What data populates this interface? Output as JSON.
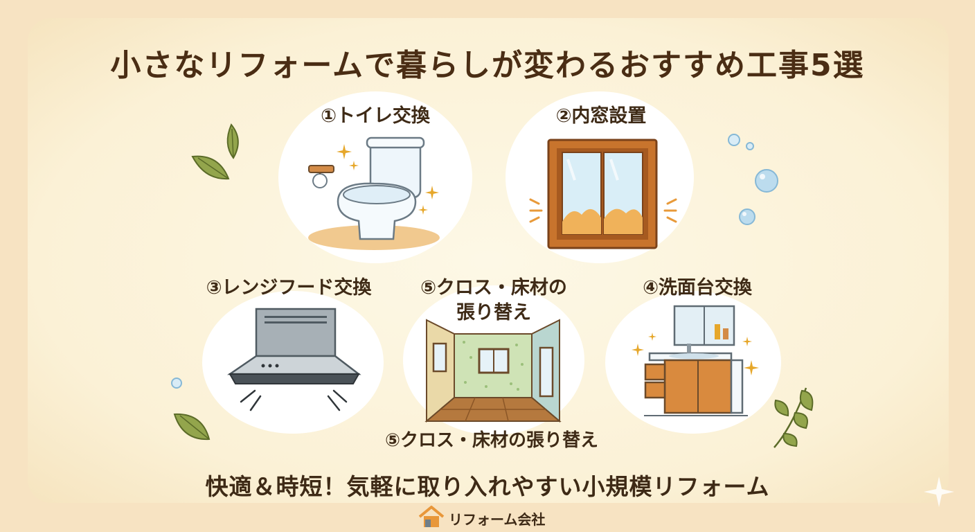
{
  "title": "小さなリフォームで暮らしが変わるおすすめ工事5選",
  "items": [
    {
      "label": "①トイレ交換",
      "icon": "toilet-icon"
    },
    {
      "label": "②内窓設置",
      "icon": "window-icon"
    },
    {
      "label": "③レンジフード交換",
      "icon": "range-hood-icon"
    },
    {
      "label_line1": "⑤クロス・床材の",
      "label_line2": "張り替え",
      "icon": "room-interior-icon"
    },
    {
      "label": "④洗面台交換",
      "icon": "vanity-icon"
    }
  ],
  "caption": "⑤クロス・床材の張り替え",
  "subtitle": "快適＆時短！気軽に取り入れやすい小規模リフォーム",
  "company": "リフォーム会社",
  "colors": {
    "background": "#f7e3c2",
    "card": "#fbf1d6",
    "text": "#3e2a16",
    "wood": "#c8742d",
    "sparkle": "#e6a72a",
    "leaf": "#8fa04a",
    "bubble": "#a9cfe6"
  }
}
